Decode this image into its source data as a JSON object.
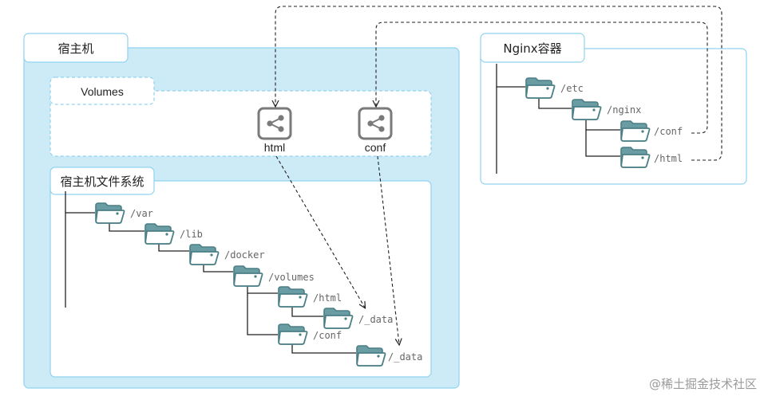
{
  "host": {
    "title": "宿主机"
  },
  "volumes": {
    "title": "Volumes",
    "items": [
      {
        "label": "html",
        "icon": "share-icon"
      },
      {
        "label": "conf",
        "icon": "share-icon"
      }
    ]
  },
  "host_fs": {
    "title": "宿主机文件系统",
    "folders": [
      "/var",
      "/lib",
      "/docker",
      "/volumes",
      "/html",
      "/_data",
      "/conf",
      "/_data"
    ]
  },
  "nginx": {
    "title": "Nginx容器",
    "folders": [
      "/etc",
      "/nginx",
      "/conf",
      "/html"
    ]
  },
  "watermark": "@稀土掘金技术社区",
  "colors": {
    "panel_fill": "#cdeaf7",
    "panel_border": "#90d3ef",
    "folder_stroke": "#4b7f86",
    "folder_tab": "#6a9da3",
    "icon_gray": "#7a7a7a"
  }
}
